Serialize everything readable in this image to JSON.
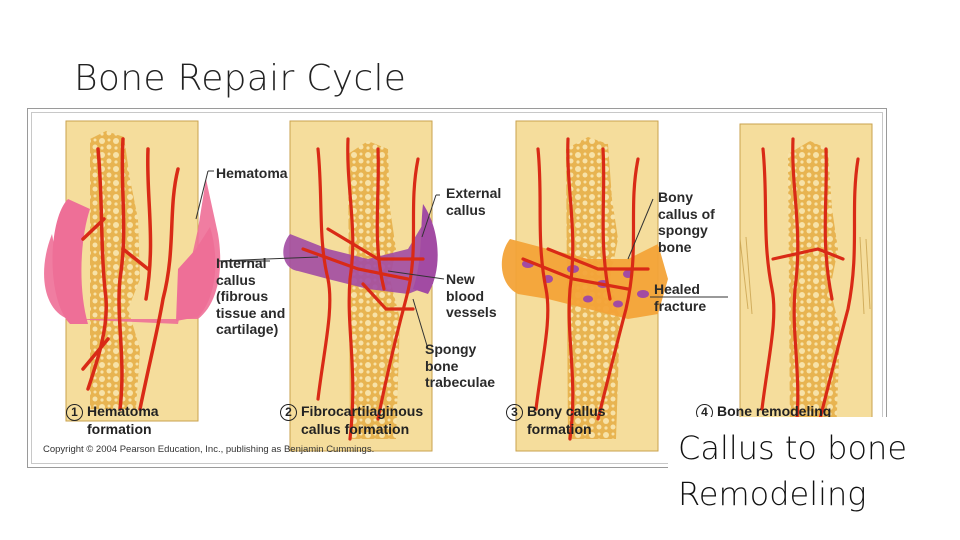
{
  "slide": {
    "title": "Bone Repair Cycle",
    "caption_line1": "Callus to bone",
    "caption_line2": "Remodeling"
  },
  "figure": {
    "labels": {
      "hematoma": "Hematoma",
      "internal_callus": [
        "Internal",
        "callus",
        "(fibrous",
        "tissue and",
        "cartilage)"
      ],
      "external_callus": [
        "External",
        "callus"
      ],
      "new_blood_vessels": [
        "New",
        "blood",
        "vessels"
      ],
      "spongy_bone_trabeculae": [
        "Spongy",
        "bone",
        "trabeculae"
      ],
      "bony_callus": [
        "Bony",
        "callus of",
        "spongy",
        "bone"
      ],
      "healed_fracture": [
        "Healed",
        "fracture"
      ]
    },
    "steps": [
      {
        "number": "1",
        "line1": "Hematoma",
        "line2": "formation"
      },
      {
        "number": "2",
        "line1": "Fibrocartilaginous",
        "line2": "callus formation"
      },
      {
        "number": "3",
        "line1": "Bony callus",
        "line2": "formation"
      },
      {
        "number": "4",
        "line1": "Bone remodeling",
        "line2": ""
      }
    ],
    "copyright": "Copyright © 2004 Pearson Education, Inc., publishing as Benjamin Cummings."
  },
  "colors": {
    "bone": "#f5dd9c",
    "bone_edge": "#c9a24e",
    "spongy": "#e2a947",
    "vessel": "#d92a16",
    "hematoma": "#ee6f97",
    "fibrocartilage": "#a24ba3",
    "bony_callus": "#f3a338"
  }
}
